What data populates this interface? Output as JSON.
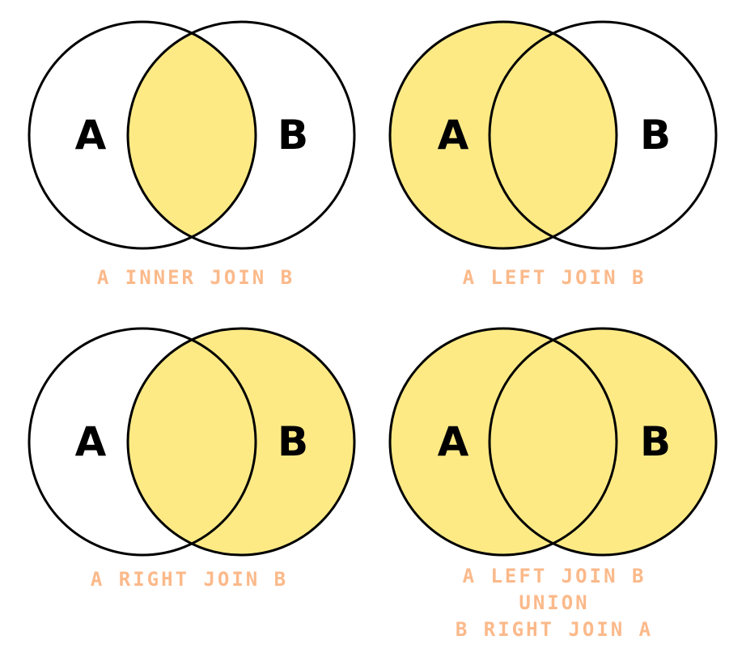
{
  "colors": {
    "fill": "#FDEA85",
    "stroke": "#000000",
    "caption": "#FBB98A",
    "background": "#FFFFFF"
  },
  "diagrams": [
    {
      "id": "inner",
      "set_a_label": "A",
      "set_b_label": "B",
      "shaded": "intersection",
      "caption_lines": [
        "A INNER JOIN B"
      ]
    },
    {
      "id": "left",
      "set_a_label": "A",
      "set_b_label": "B",
      "shaded": "A",
      "caption_lines": [
        "A LEFT JOIN B"
      ]
    },
    {
      "id": "right",
      "set_a_label": "A",
      "set_b_label": "B",
      "shaded": "B",
      "caption_lines": [
        "A RIGHT JOIN B"
      ]
    },
    {
      "id": "full",
      "set_a_label": "A",
      "set_b_label": "B",
      "shaded": "A and B",
      "caption_lines": [
        "A LEFT JOIN B",
        "UNION",
        "B RIGHT JOIN A"
      ]
    }
  ]
}
